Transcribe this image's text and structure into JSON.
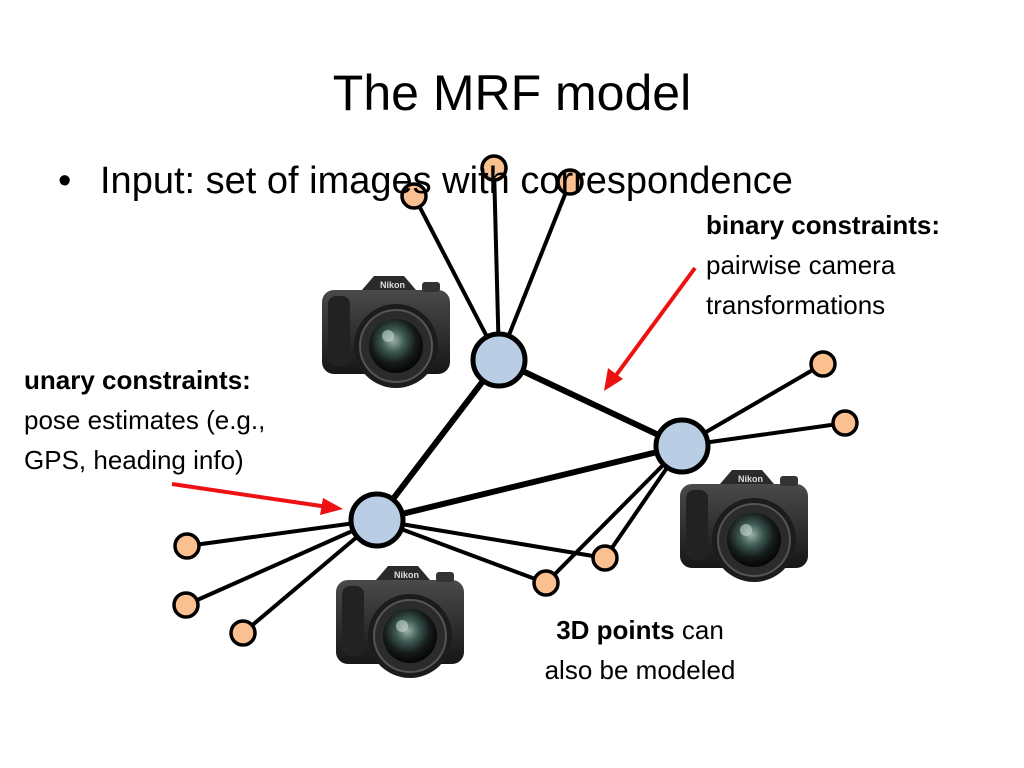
{
  "slide": {
    "title": "The MRF model",
    "bullet": "Input: set of images with correspondence",
    "bullet_glyph": "•"
  },
  "labels": {
    "binary": {
      "heading": "binary constraints:",
      "line1": "pairwise camera",
      "line2": "transformations"
    },
    "unary": {
      "heading": "unary constraints:",
      "line1": "pose estimates (e.g.,",
      "line2": "GPS, heading info)"
    },
    "points": {
      "heading": "3D points",
      "tail": " can",
      "line2": "also be modeled"
    }
  },
  "cameras": [
    {
      "name": "camera-top",
      "brand": "Nikon"
    },
    {
      "name": "camera-right",
      "brand": "Nikon"
    },
    {
      "name": "camera-bottom",
      "brand": "Nikon"
    }
  ],
  "colors": {
    "camera_node_fill": "#b9cde5",
    "point_node_fill": "#fac090",
    "arrow": "#ee1111",
    "edge": "#000000"
  }
}
